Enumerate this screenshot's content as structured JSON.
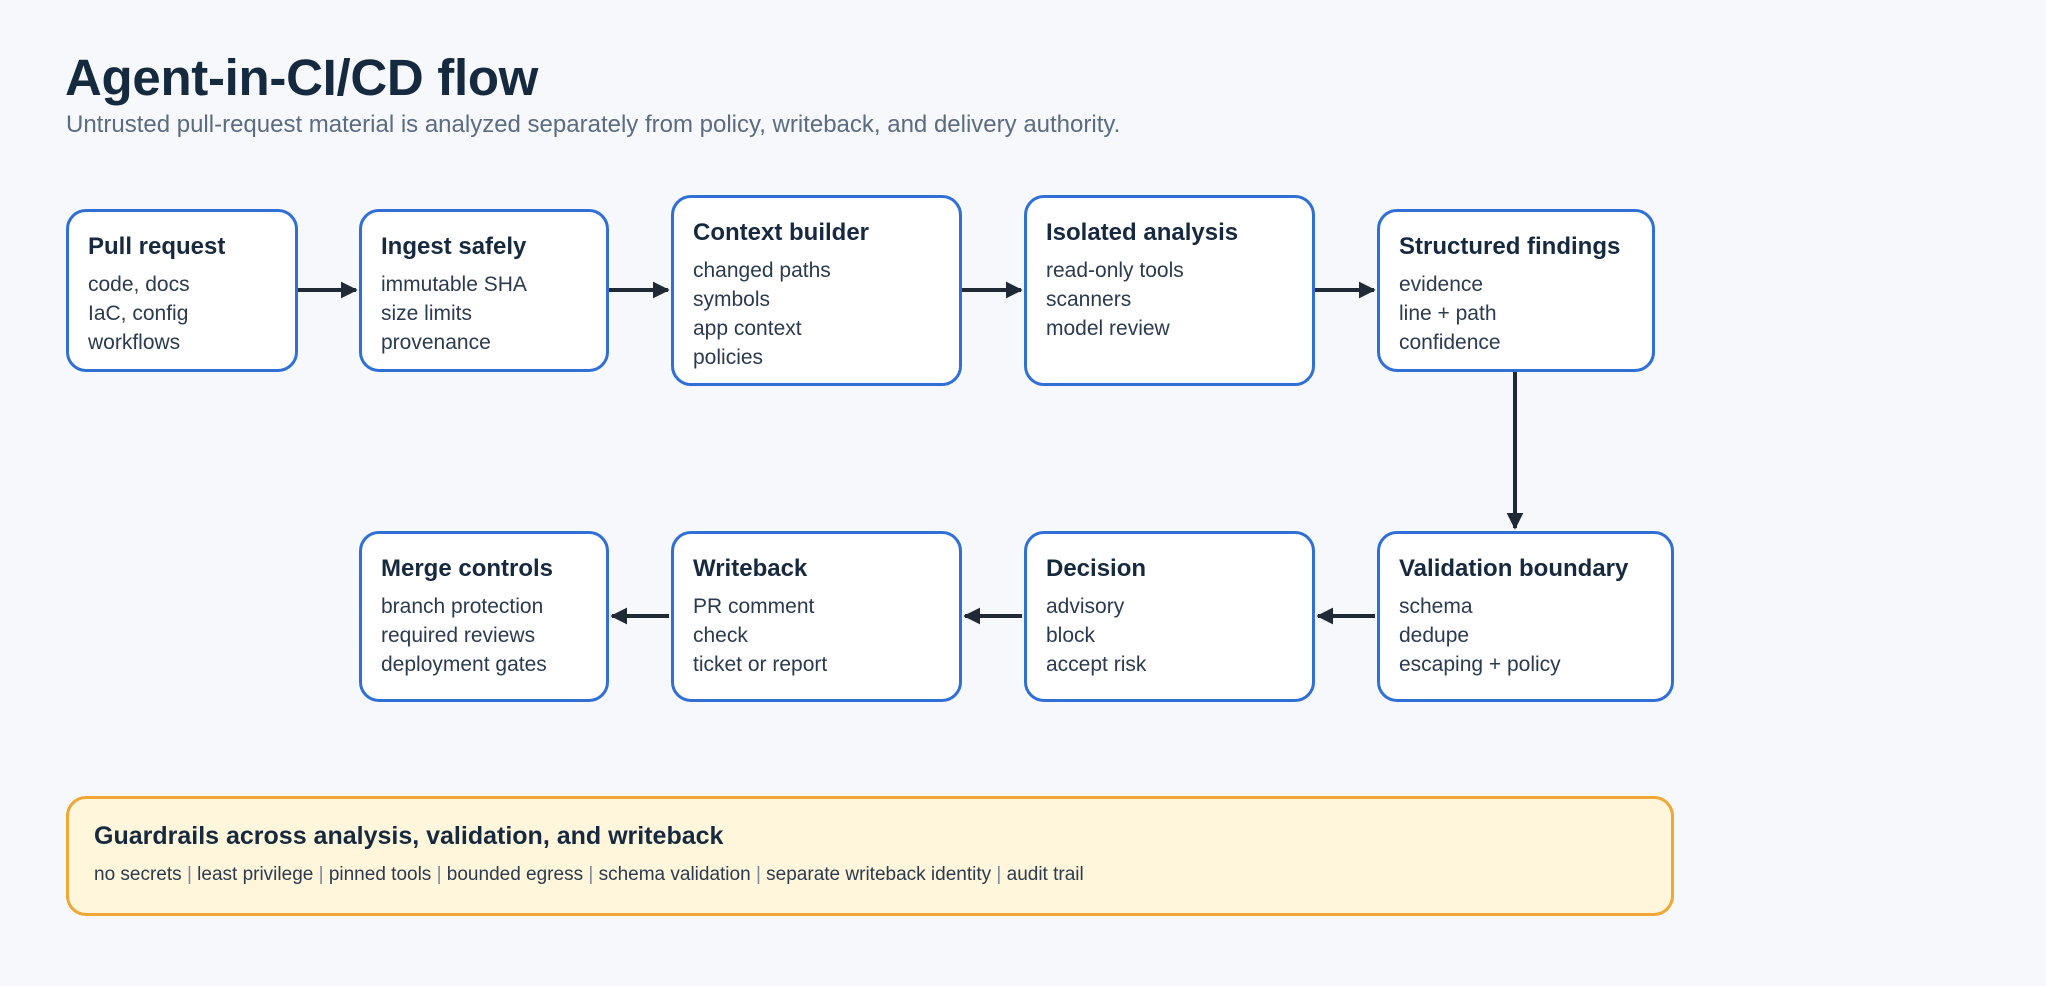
{
  "title": "Agent-in-CI/CD flow",
  "subtitle": "Untrusted pull-request material is analyzed separately from policy, writeback, and delivery authority.",
  "nodes": [
    {
      "id": "pull-request",
      "title": "Pull request",
      "lines": [
        "code, docs",
        "IaC, config",
        "workflows"
      ]
    },
    {
      "id": "ingest-safely",
      "title": "Ingest safely",
      "lines": [
        "immutable SHA",
        "size limits",
        "provenance"
      ]
    },
    {
      "id": "context-builder",
      "title": "Context builder",
      "lines": [
        "changed paths",
        "symbols",
        "app context",
        "policies"
      ]
    },
    {
      "id": "isolated-analysis",
      "title": "Isolated analysis",
      "lines": [
        "read-only tools",
        "scanners",
        "model review"
      ]
    },
    {
      "id": "structured-findings",
      "title": "Structured findings",
      "lines": [
        "evidence",
        "line + path",
        "confidence"
      ]
    },
    {
      "id": "validation-boundary",
      "title": "Validation boundary",
      "lines": [
        "schema",
        "dedupe",
        "escaping + policy"
      ]
    },
    {
      "id": "decision",
      "title": "Decision",
      "lines": [
        "advisory",
        "block",
        "accept risk"
      ]
    },
    {
      "id": "writeback",
      "title": "Writeback",
      "lines": [
        "PR comment",
        "check",
        "ticket or report"
      ]
    },
    {
      "id": "merge-controls",
      "title": "Merge controls",
      "lines": [
        "branch protection",
        "required reviews",
        "deployment gates"
      ]
    }
  ],
  "edges": [
    {
      "from": "pull-request",
      "to": "ingest-safely"
    },
    {
      "from": "ingest-safely",
      "to": "context-builder"
    },
    {
      "from": "context-builder",
      "to": "isolated-analysis"
    },
    {
      "from": "isolated-analysis",
      "to": "structured-findings"
    },
    {
      "from": "structured-findings",
      "to": "validation-boundary"
    },
    {
      "from": "validation-boundary",
      "to": "decision"
    },
    {
      "from": "decision",
      "to": "writeback"
    },
    {
      "from": "writeback",
      "to": "merge-controls"
    }
  ],
  "guardrails": {
    "title": "Guardrails across analysis, validation, and writeback",
    "separator": "|",
    "items": [
      "no secrets",
      "least privilege",
      "pinned tools",
      "bounded egress",
      "schema validation",
      "separate writeback identity",
      "audit trail"
    ]
  },
  "colors": {
    "node_border": "#2f6fd6",
    "node_fill": "#ffffff",
    "connector": "#1f2a36",
    "guardrail_border": "#f0a733",
    "guardrail_fill": "#fff6dc",
    "background": "#f6f8fc"
  }
}
